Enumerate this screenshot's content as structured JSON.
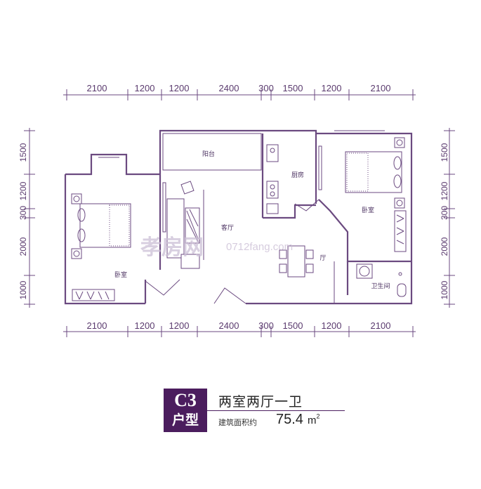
{
  "top_dimensions": [
    "2100",
    "1200",
    "1200",
    "2400",
    "300",
    "1500",
    "1200",
    "2100"
  ],
  "bottom_dimensions": [
    "2100",
    "1200",
    "1200",
    "2400",
    "300",
    "1500",
    "1200",
    "2100"
  ],
  "left_dimensions": [
    "1500",
    "1200",
    "300",
    "2000",
    "1000"
  ],
  "right_dimensions": [
    "1500",
    "1200",
    "300",
    "2000",
    "1000"
  ],
  "rooms": {
    "balcony": "阳台",
    "kitchen": "厨房",
    "bedroom_left": "卧室",
    "bedroom_right": "卧室",
    "living": "客厅",
    "dining": "厅",
    "bathroom": "卫生间"
  },
  "watermark": {
    "brand": "孝房网",
    "url": "0712fang.com"
  },
  "legend": {
    "code": "C3",
    "kind": "户型",
    "layout": "两室两厅一卫",
    "area_label": "建筑面积约",
    "area_value": "75.4",
    "unit": "m",
    "unit_power": "2"
  },
  "colors": {
    "wall": "#6b4a80",
    "badge": "#4b1d5e"
  }
}
